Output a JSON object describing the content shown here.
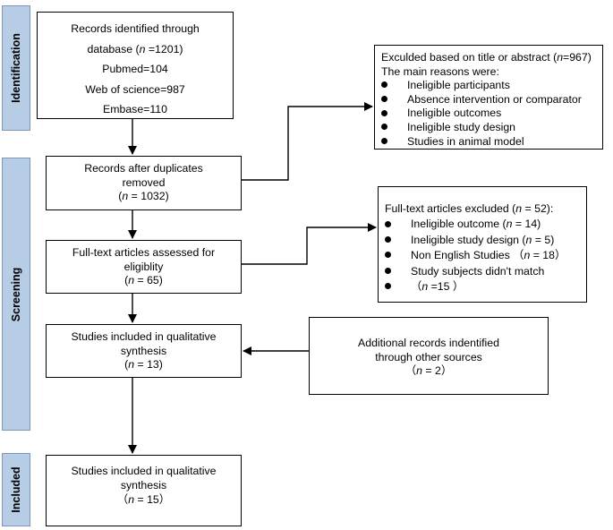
{
  "stages": {
    "identification": "Identification",
    "screening": "Screening",
    "included": "Included"
  },
  "box_identified": {
    "l1": "Records identified through",
    "l2_pre": "database (",
    "l2_n": "n",
    "l2_post": " =1201)",
    "l3": "Pubmed=104",
    "l4": "Web of science=987",
    "l5": "Embase=110"
  },
  "box_duplicates": {
    "l1": "Records after duplicates",
    "l2": "removed",
    "l3_pre": "(",
    "l3_n": "n",
    "l3_post": " = 1032)"
  },
  "box_fulltext": {
    "l1": "Full-text articles assessed for",
    "l2": "eligiblity",
    "l3_pre": "(",
    "l3_n": "n",
    "l3_post": " = 65)"
  },
  "box_qual13": {
    "l1": "Studies included in qualitative",
    "l2": "synthesis",
    "l3_pre": "(",
    "l3_n": "n",
    "l3_post": " = 13)"
  },
  "box_qual15": {
    "l1": "Studies included in qualitative",
    "l2": "synthesis",
    "l3_pre": "（",
    "l3_n": "n",
    "l3_post": " = 15）"
  },
  "box_excluded_title": {
    "h1_pre": "Exculded based on title or abstract (",
    "h1_n": "n",
    "h1_post": "=967)",
    "h2": "The main reasons were:",
    "items": [
      "Ineligible participants",
      "Absence intervention or comparator",
      "Ineligible outcomes",
      "Ineligible study design",
      "Studies in animal model"
    ]
  },
  "box_excluded_fulltext": {
    "h_pre": "Full-text articles excluded (",
    "h_n": "n",
    "h_post": " = 52):",
    "item1_pre": "Ineligible outcome (",
    "item1_n": "n",
    "item1_post": " = 14)",
    "item2_pre": "Ineligible study design (",
    "item2_n": "n",
    "item2_post": " = 5)",
    "item3_pre": "Non English Studies （",
    "item3_n": "n",
    "item3_post": " = 18）",
    "item4": "Study subjects didn't match",
    "item5_pre": "（",
    "item5_n": "n",
    "item5_post": " =15 ）"
  },
  "box_additional": {
    "l1": "Additional records indentified",
    "l2": "through other sources",
    "l3_pre": "（",
    "l3_n": "n",
    "l3_post": " = 2）"
  }
}
